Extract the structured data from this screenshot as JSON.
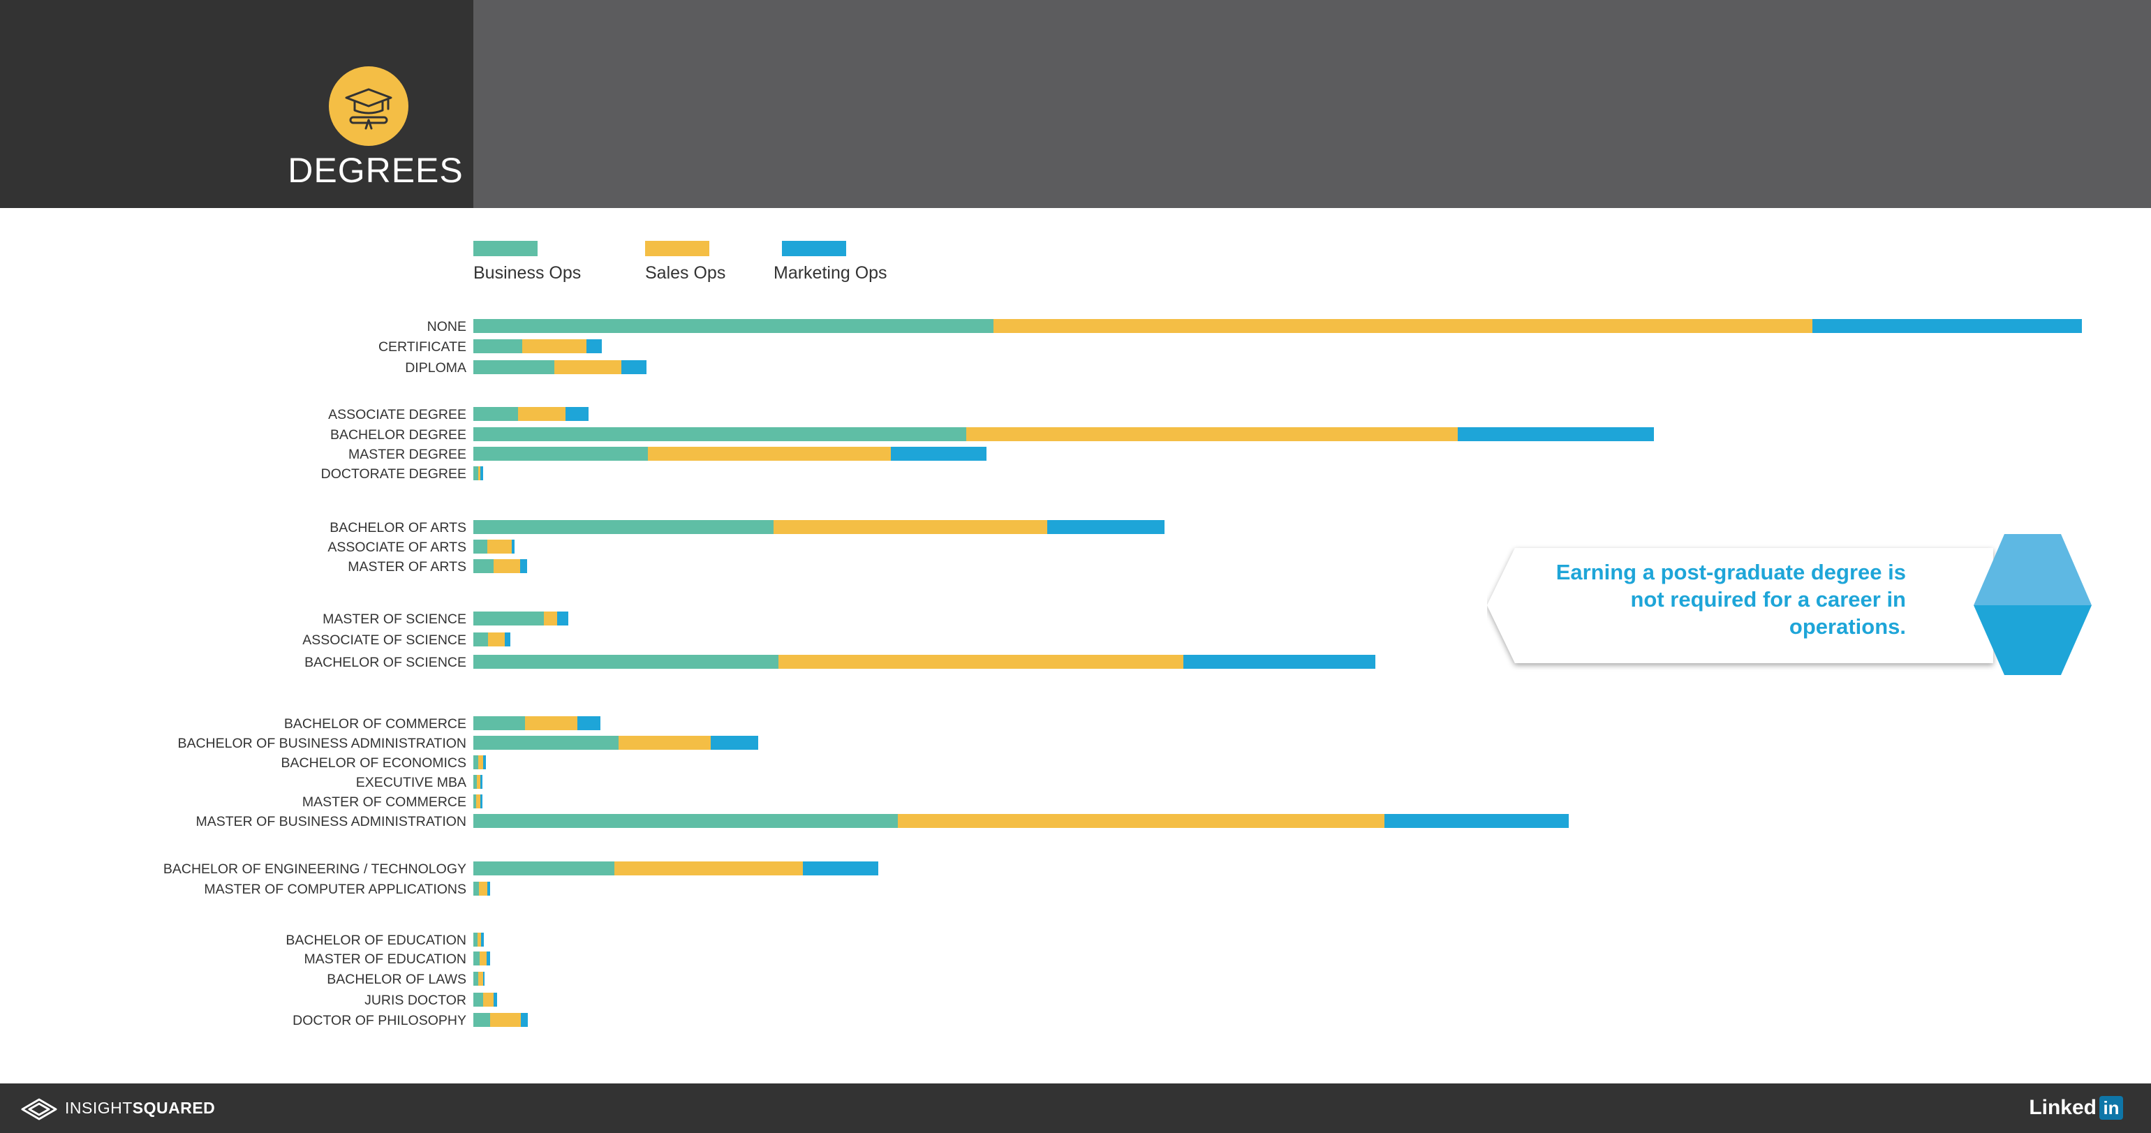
{
  "header": {
    "title": "DEGREES",
    "icon": "graduation-cap-diploma-icon"
  },
  "callout": {
    "text": "Earning a post-graduate degree is not required for a career in operations."
  },
  "footer": {
    "brand_light": "INSIGHT",
    "brand_bold": "SQUARED",
    "partner_word": "Linked",
    "partner_box": "in"
  },
  "colors": {
    "business": "#5fbea5",
    "sales": "#f4be45",
    "marketing": "#1ea5d8"
  },
  "chart_data": {
    "type": "bar",
    "orientation": "horizontal",
    "stacked": true,
    "legend": "top-left",
    "series_names": [
      "Business Ops",
      "Sales Ops",
      "Marketing Ops"
    ],
    "categories": [
      "NONE",
      "CERTIFICATE",
      "DIPLOMA",
      "ASSOCIATE DEGREE",
      "BACHELOR DEGREE",
      "MASTER DEGREE",
      "DOCTORATE DEGREE",
      "BACHELOR OF ARTS",
      "ASSOCIATE OF ARTS",
      "MASTER OF ARTS",
      "MASTER OF SCIENCE",
      "ASSOCIATE OF SCIENCE",
      "BACHELOR OF SCIENCE",
      "BACHELOR OF COMMERCE",
      "BACHELOR OF BUSINESS ADMINISTRATION",
      "BACHELOR OF ECONOMICS",
      "EXECUTIVE MBA",
      "MASTER OF COMMERCE",
      "MASTER OF BUSINESS ADMINISTRATION",
      "BACHELOR OF ENGINEERING / TECHNOLOGY",
      "MASTER OF COMPUTER APPLICATIONS",
      "BACHELOR OF EDUCATION",
      "MASTER OF EDUCATION",
      "BACHELOR OF LAWS",
      "JURIS DOCTOR",
      "DOCTOR OF PHILOSOPHY"
    ],
    "series": [
      {
        "name": "Business Ops",
        "values": [
          745,
          70,
          116,
          64,
          706,
          250,
          7,
          430,
          20,
          29,
          101,
          21,
          437,
          74,
          208,
          7,
          5,
          4,
          608,
          202,
          8,
          6,
          9,
          7,
          14,
          24
        ]
      },
      {
        "name": "Sales Ops",
        "values": [
          1173,
          92,
          96,
          68,
          704,
          348,
          3,
          392,
          35,
          38,
          19,
          24,
          580,
          75,
          132,
          7,
          5,
          6,
          697,
          270,
          12,
          5,
          10,
          7,
          15,
          44
        ]
      },
      {
        "name": "Marketing Ops",
        "values": [
          386,
          22,
          36,
          33,
          281,
          137,
          4,
          168,
          4,
          10,
          16,
          8,
          275,
          33,
          68,
          4,
          3,
          3,
          264,
          108,
          4,
          4,
          5,
          2,
          5,
          10
        ]
      }
    ]
  }
}
